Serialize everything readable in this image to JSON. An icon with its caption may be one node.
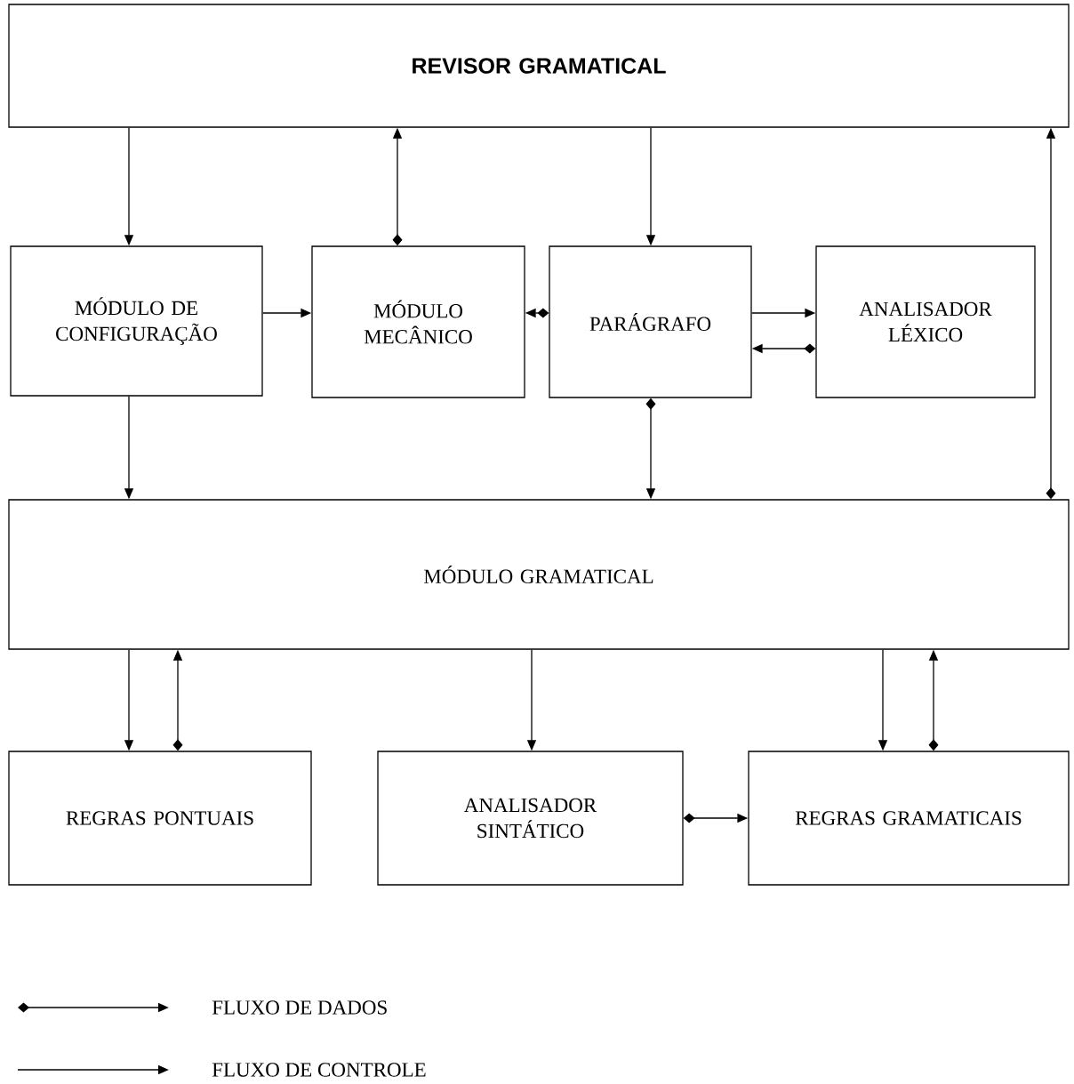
{
  "diagram": {
    "nodes": [
      {
        "text": [
          "REVISOR GRAMATICAL"
        ]
      },
      {
        "text": [
          "MÓDULO DE CONFIGURAÇÃO"
        ]
      },
      {
        "text": [
          "MÓDULO MECÂNICO"
        ]
      },
      {
        "text": [
          "PARÁGRAFO"
        ]
      },
      {
        "text": [
          "ANALISADOR LÉXICO"
        ]
      },
      {
        "text": [
          "MÓDULO GRAMATICAL"
        ]
      },
      {
        "text": [
          "REGRAS PONTUAIS"
        ]
      },
      {
        "text": [
          "ANALISADOR SINTÁTICO"
        ]
      },
      {
        "text": [
          "REGRAS GRAMATICAIS"
        ]
      }
    ],
    "edges": [
      {
        "from": 0,
        "to": 1,
        "arrow": "to"
      },
      {
        "from": 2,
        "to": 0,
        "arrow": "to"
      },
      {
        "from": 0,
        "to": 3,
        "arrow": "to"
      },
      {
        "from": 5,
        "to": 0,
        "arrow": "to"
      },
      {
        "from": 1,
        "to": 2,
        "arrow": "to"
      },
      {
        "from": 3,
        "to": 2,
        "arrow": "to"
      },
      {
        "from": 3,
        "to": 4,
        "arrow": "to"
      },
      {
        "from": 4,
        "to": 3,
        "arrow": "to"
      },
      {
        "from": 1,
        "to": 5,
        "arrow": "to"
      },
      {
        "from": 3,
        "to": 5,
        "arrow": "to"
      },
      {
        "from": 5,
        "to": 6,
        "arrow": "to"
      },
      {
        "from": 6,
        "to": 5,
        "arrow": "to"
      },
      {
        "from": 5,
        "to": 7,
        "arrow": "to"
      },
      {
        "from": 5,
        "to": 8,
        "arrow": "to"
      },
      {
        "from": 8,
        "to": 5,
        "arrow": "to"
      },
      {
        "from": 7,
        "to": 8,
        "arrow": "to"
      }
    ],
    "legend": [
      {
        "text": "FLUXO DE DADOS"
      },
      {
        "text": "FLUXO DE CONTROLE"
      }
    ]
  }
}
